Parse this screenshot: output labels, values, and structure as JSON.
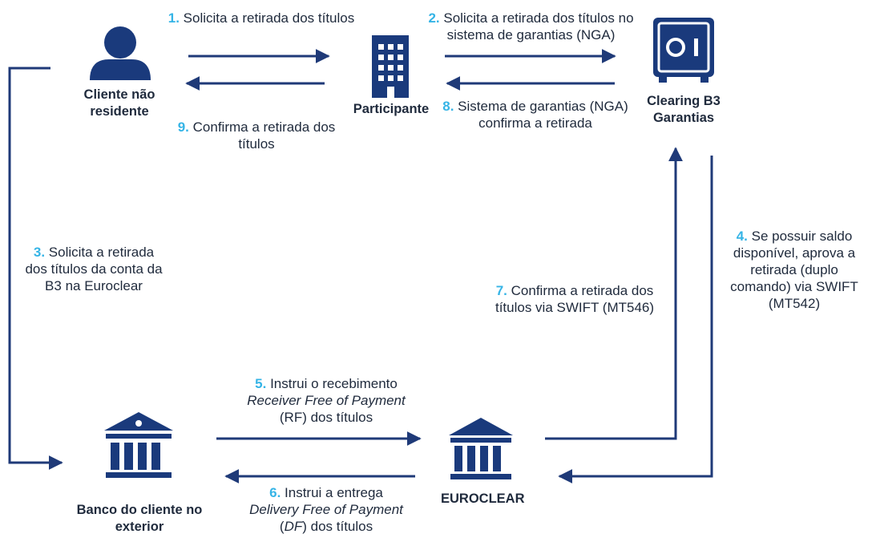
{
  "nodes": {
    "client": "Cliente não residente",
    "participant": "Participante",
    "clearing": "Clearing B3 Garantias",
    "bank": "Banco do cliente no exterior",
    "euroclear": "EUROCLEAR"
  },
  "steps": {
    "s1": {
      "num": "1.",
      "text": "Solicita a retirada dos títulos"
    },
    "s2": {
      "num": "2.",
      "text": "Solicita a retirada dos títulos no sistema de garantias (NGA)"
    },
    "s3": {
      "num": "3.",
      "text": "Solicita a retirada dos títulos da conta da B3 na Euroclear"
    },
    "s4": {
      "num": "4.",
      "text": "Se possuir saldo disponível, aprova a retirada (duplo comando) via SWIFT (MT542)"
    },
    "s5": {
      "num": "5.",
      "text_a": "Instrui o recebimento",
      "text_b": "Receiver Free of Payment",
      "text_c": "(RF) dos títulos"
    },
    "s6": {
      "num": "6.",
      "text_a": "Instrui a entrega",
      "text_b": "Delivery Free of Payment",
      "text_c_open": "(",
      "text_c_mid": "DF",
      "text_c_rest": ") dos títulos"
    },
    "s7": {
      "num": "7.",
      "text": "Confirma a retirada dos títulos via SWIFT (MT546)"
    },
    "s8": {
      "num": "8.",
      "text": "Sistema de garantias (NGA) confirma a retirada"
    },
    "s9": {
      "num": "9.",
      "text": "Confirma a retirada dos títulos"
    }
  },
  "colors": {
    "line": "#1f3a78",
    "icon": "#1a3a7c",
    "step_number": "#35b4e6",
    "text": "#1f2a3c"
  }
}
